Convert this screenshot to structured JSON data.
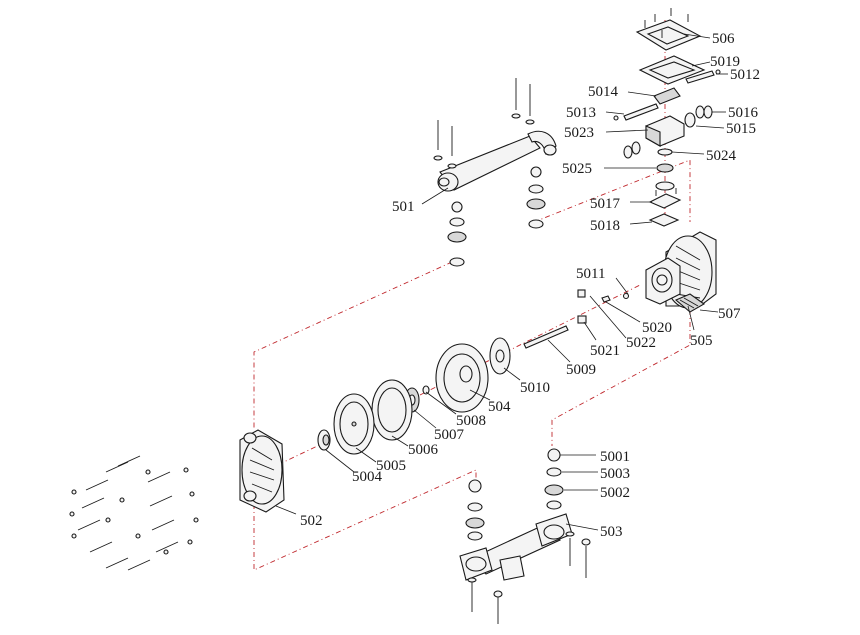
{
  "labels": {
    "p506": "506",
    "p5019": "5019",
    "p5012": "5012",
    "p5014": "5014",
    "p5013": "5013",
    "p5016": "5016",
    "p5023": "5023",
    "p5015": "5015",
    "p5025": "5025",
    "p5024": "5024",
    "p501": "501",
    "p5017": "5017",
    "p5018": "5018",
    "p5011": "5011",
    "p507": "507",
    "p5020": "5020",
    "p5022": "5022",
    "p5021": "5021",
    "p505": "505",
    "p5009": "5009",
    "p5010": "5010",
    "p504": "504",
    "p5008": "5008",
    "p5007": "5007",
    "p5006": "5006",
    "p5005": "5005",
    "p5004": "5004",
    "p502": "502",
    "p5001": "5001",
    "p5003": "5003",
    "p5002": "5002",
    "p503": "503"
  },
  "colors": {
    "ink": "#1a1a1a",
    "axis": "#c0282d"
  }
}
